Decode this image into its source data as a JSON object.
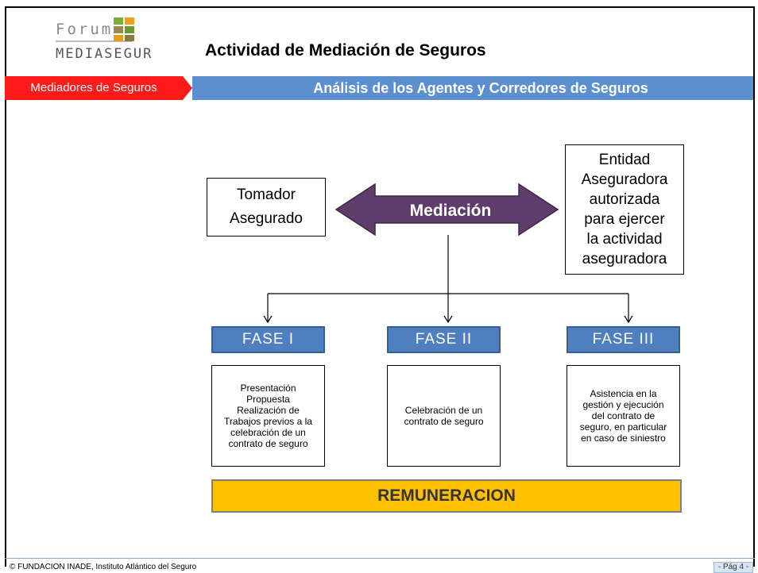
{
  "header": {
    "logo_top": "Forum",
    "logo_bottom": "MEDIASEGUR",
    "title": "Actividad  de Mediación de Seguros"
  },
  "band": {
    "red_label": "Mediadores de Seguros",
    "blue_label": "Análisis de los Agentes y Corredores de Seguros"
  },
  "diagram": {
    "left_box": [
      "Tomador",
      "Asegurado"
    ],
    "center_label": "Mediación",
    "right_box": [
      "Entidad",
      "Aseguradora",
      "autorizada",
      "para ejercer",
      "la actividad",
      "aseguradora"
    ],
    "phases": [
      {
        "label": "FASE  I",
        "lines": [
          "Presentación",
          "Propuesta",
          "Realización de",
          "Trabajos previos a la",
          "celebración de un",
          "contrato de seguro"
        ]
      },
      {
        "label": "FASE  II",
        "lines": [
          "Celebración de un",
          "contrato de seguro"
        ]
      },
      {
        "label": "FASE  III",
        "lines": [
          "Asistencia en la",
          "gestión y ejecución",
          "del contrato de",
          "seguro, en particular",
          "en caso de siniestro"
        ]
      }
    ],
    "bottom_bar": "REMUNERACION"
  },
  "footer": {
    "copyright": "© FUNDACION INADE, Instituto Atlántico del Seguro",
    "page": "- Pág 4 -"
  },
  "colors": {
    "red": "#ff1a1a",
    "blue": "#5b8fd0",
    "purple_arrow": "#5e3d6a",
    "fase_blue": "#4f7fbf",
    "gold": "#ffc000"
  }
}
